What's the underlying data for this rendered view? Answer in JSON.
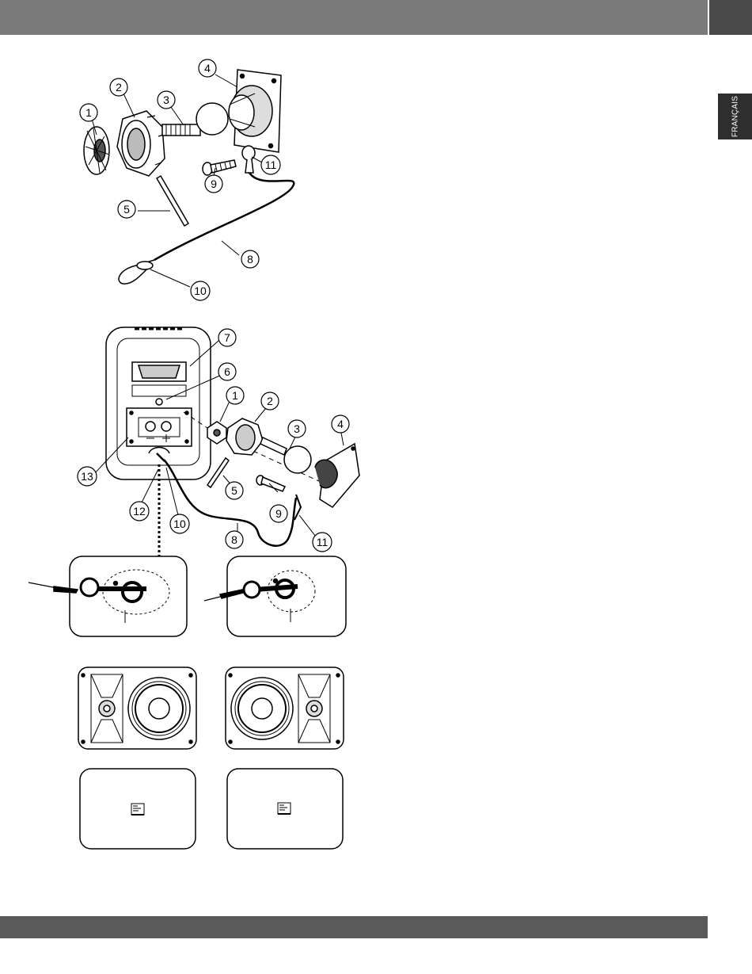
{
  "language_tab": "FRANÇAIS",
  "colors": {
    "top_bar": "#7a7a7a",
    "top_block": "#4a4a4a",
    "bottom_bar": "#5a5a5a",
    "lang_tab": "#2e2e2e"
  },
  "figure1": {
    "callouts": [
      "1",
      "2",
      "3",
      "4",
      "5",
      "8",
      "9",
      "10",
      "11"
    ]
  },
  "figure2": {
    "callouts": [
      "7",
      "6",
      "1",
      "2",
      "3",
      "4",
      "5",
      "9",
      "11",
      "8",
      "10",
      "12",
      "13"
    ]
  }
}
